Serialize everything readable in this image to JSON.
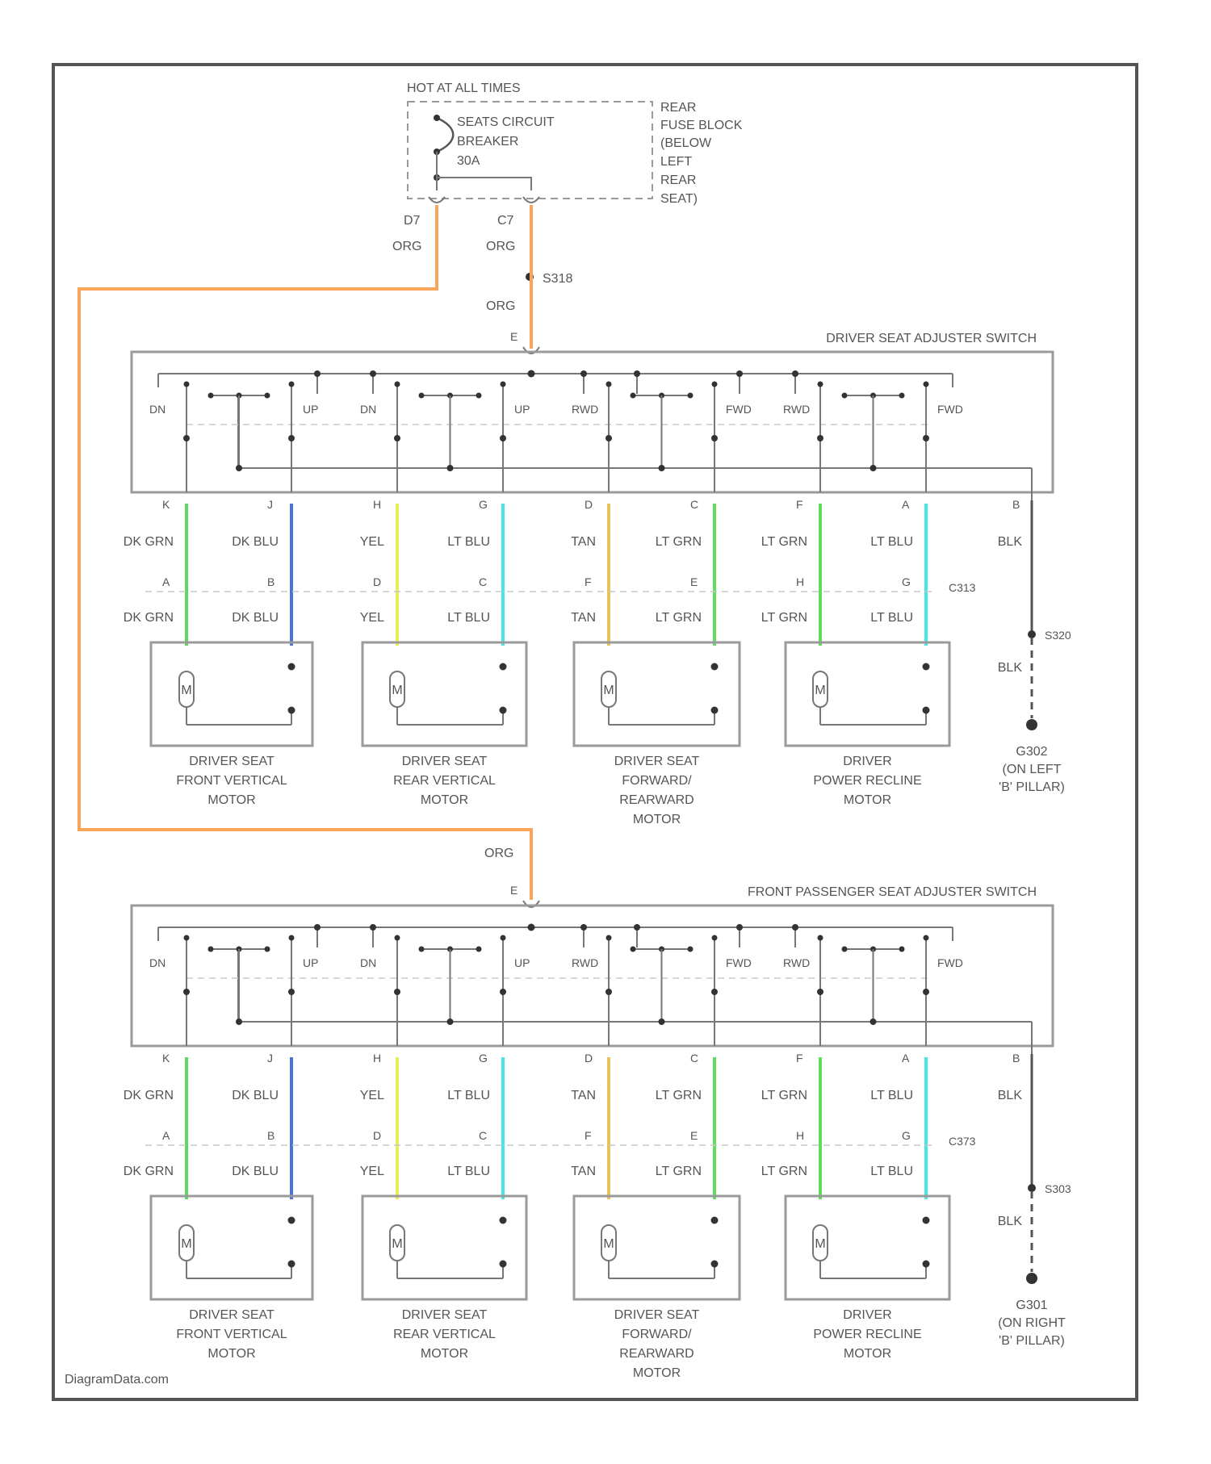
{
  "colors": {
    "frame": "#555555",
    "line": "#777777",
    "dashed": "#9a9a9a",
    "text": "#555555",
    "ORG": "#f7a559",
    "DK GRN": "#5fd85f",
    "DK BLU": "#4a72d8",
    "YEL": "#ecec5a",
    "LT BLU": "#46e6e6",
    "TAN": "#e8c25a",
    "LT GRN": "#5fdd5f",
    "BLK": "#555555"
  },
  "header": {
    "title": "HOT AT ALL TIMES",
    "breaker": [
      "SEATS CIRCUIT",
      "BREAKER",
      "30A"
    ],
    "fuse_block": [
      "REAR",
      "FUSE BLOCK",
      "(BELOW",
      "LEFT",
      "REAR",
      "SEAT)"
    ],
    "pin_left": "D7",
    "pin_right": "C7",
    "wire_left": "ORG",
    "wire_right": "ORG"
  },
  "splice": {
    "label": "S318",
    "wire_below": "ORG"
  },
  "watermark": "DiagramData.com",
  "switch_blocks": [
    {
      "title": "DRIVER SEAT ADJUSTER SWITCH",
      "feed_pin": "E",
      "feed_wire": "ORG",
      "positions": [
        "DN",
        "UP",
        "DN",
        "UP",
        "RWD",
        "FWD",
        "RWD",
        "FWD"
      ],
      "terminals": [
        "K",
        "J",
        "H",
        "G",
        "D",
        "C",
        "F",
        "A"
      ],
      "ground_pin": "B",
      "connector": "C313",
      "wires": [
        {
          "top": "DK GRN",
          "connector_pin": "A",
          "bottom": "DK GRN",
          "color": "DK GRN"
        },
        {
          "top": "DK BLU",
          "connector_pin": "B",
          "bottom": "DK BLU",
          "color": "DK BLU"
        },
        {
          "top": "YEL",
          "connector_pin": "D",
          "bottom": "YEL",
          "color": "YEL"
        },
        {
          "top": "LT BLU",
          "connector_pin": "C",
          "bottom": "LT BLU",
          "color": "LT BLU"
        },
        {
          "top": "TAN",
          "connector_pin": "F",
          "bottom": "TAN",
          "color": "TAN"
        },
        {
          "top": "LT GRN",
          "connector_pin": "E",
          "bottom": "LT GRN",
          "color": "LT GRN"
        },
        {
          "top": "LT GRN",
          "connector_pin": "H",
          "bottom": "LT GRN",
          "color": "LT GRN"
        },
        {
          "top": "LT BLU",
          "connector_pin": "G",
          "bottom": "LT BLU",
          "color": "LT BLU"
        }
      ],
      "ground_wire_top": "BLK",
      "ground_splice": "S320",
      "ground_wire_bottom": "BLK",
      "ground_label": [
        "G302",
        "(ON LEFT",
        "'B' PILLAR)"
      ],
      "motors": [
        {
          "symbol": "M",
          "label": [
            "DRIVER SEAT",
            "FRONT VERTICAL",
            "MOTOR"
          ]
        },
        {
          "symbol": "M",
          "label": [
            "DRIVER SEAT",
            "REAR VERTICAL",
            "MOTOR"
          ]
        },
        {
          "symbol": "M",
          "label": [
            "DRIVER SEAT",
            "FORWARD/",
            "REARWARD",
            "MOTOR"
          ]
        },
        {
          "symbol": "M",
          "label": [
            "DRIVER",
            "POWER RECLINE",
            "MOTOR"
          ]
        }
      ]
    },
    {
      "title": "FRONT PASSENGER SEAT ADJUSTER SWITCH",
      "feed_pin": "E",
      "feed_wire": "ORG",
      "positions": [
        "DN",
        "UP",
        "DN",
        "UP",
        "RWD",
        "FWD",
        "RWD",
        "FWD"
      ],
      "terminals": [
        "K",
        "J",
        "H",
        "G",
        "D",
        "C",
        "F",
        "A"
      ],
      "ground_pin": "B",
      "connector": "C373",
      "wires": [
        {
          "top": "DK GRN",
          "connector_pin": "A",
          "bottom": "DK GRN",
          "color": "DK GRN"
        },
        {
          "top": "DK BLU",
          "connector_pin": "B",
          "bottom": "DK BLU",
          "color": "DK BLU"
        },
        {
          "top": "YEL",
          "connector_pin": "D",
          "bottom": "YEL",
          "color": "YEL"
        },
        {
          "top": "LT BLU",
          "connector_pin": "C",
          "bottom": "LT BLU",
          "color": "LT BLU"
        },
        {
          "top": "TAN",
          "connector_pin": "F",
          "bottom": "TAN",
          "color": "TAN"
        },
        {
          "top": "LT GRN",
          "connector_pin": "E",
          "bottom": "LT GRN",
          "color": "LT GRN"
        },
        {
          "top": "LT GRN",
          "connector_pin": "H",
          "bottom": "LT GRN",
          "color": "LT GRN"
        },
        {
          "top": "LT BLU",
          "connector_pin": "G",
          "bottom": "LT BLU",
          "color": "LT BLU"
        }
      ],
      "ground_wire_top": "BLK",
      "ground_splice": "S303",
      "ground_wire_bottom": "BLK",
      "ground_label": [
        "G301",
        "(ON RIGHT",
        "'B' PILLAR)"
      ],
      "motors": [
        {
          "symbol": "M",
          "label": [
            "DRIVER SEAT",
            "FRONT VERTICAL",
            "MOTOR"
          ]
        },
        {
          "symbol": "M",
          "label": [
            "DRIVER SEAT",
            "REAR VERTICAL",
            "MOTOR"
          ]
        },
        {
          "symbol": "M",
          "label": [
            "DRIVER SEAT",
            "FORWARD/",
            "REARWARD",
            "MOTOR"
          ]
        },
        {
          "symbol": "M",
          "label": [
            "DRIVER",
            "POWER RECLINE",
            "MOTOR"
          ]
        }
      ]
    }
  ]
}
